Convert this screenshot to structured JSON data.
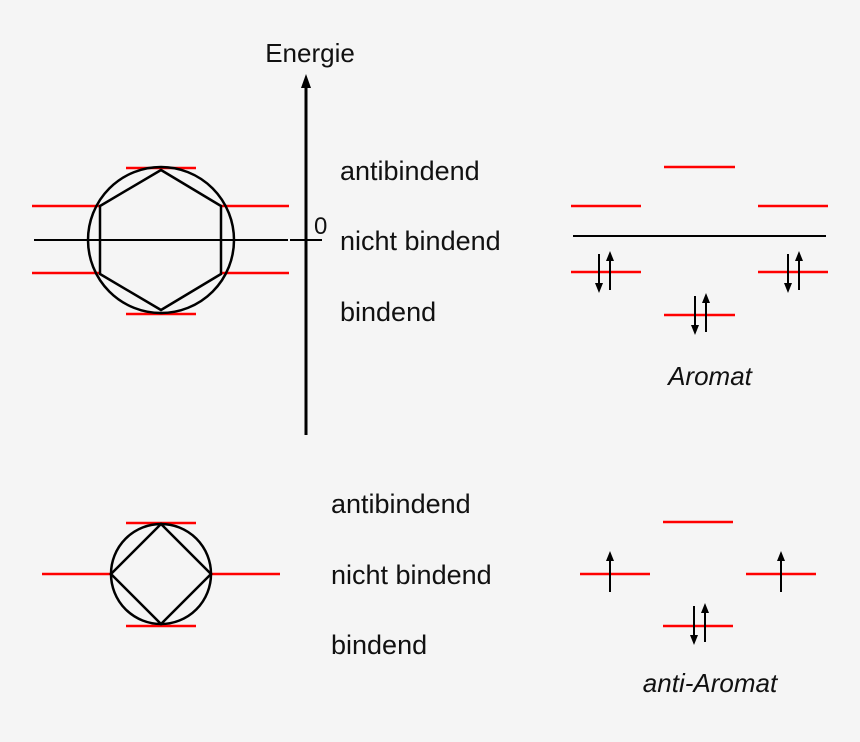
{
  "axis": {
    "title": "Energie",
    "zero": "0"
  },
  "levels": {
    "antibonding": "antibindend",
    "nonbonding": "nicht bindend",
    "bonding": "bindend"
  },
  "captions": {
    "aromatic": "Aromat",
    "antiaromatic": "anti-Aromat"
  },
  "diagrams": {
    "aromatic": {
      "ring": "hexagon",
      "orbitals": {
        "bonding": {
          "count": 1,
          "electrons": 2
        },
        "lower_degenerate": {
          "count": 2,
          "electrons_each": 2
        },
        "upper_degenerate": {
          "count": 2,
          "electrons_each": 0
        },
        "antibonding": {
          "count": 1,
          "electrons": 0
        }
      }
    },
    "antiaromatic": {
      "ring": "square",
      "orbitals": {
        "bonding": {
          "count": 1,
          "electrons": 2
        },
        "nonbonding_degenerate": {
          "count": 2,
          "electrons_each": 1
        },
        "antibonding": {
          "count": 1,
          "electrons": 0
        }
      }
    }
  },
  "colors": {
    "orbital_level": "#ff0000",
    "line": "#000000",
    "background": "#f5f5f5"
  }
}
